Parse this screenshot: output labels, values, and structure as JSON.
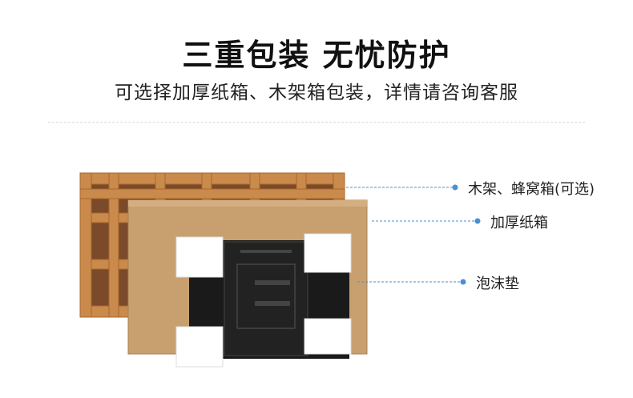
{
  "header": {
    "title": "三重包装  无忧防护",
    "subtitle": "可选择加厚纸箱、木架箱包装，详情请咨询客服"
  },
  "callouts": [
    {
      "label": "木架、蜂窝箱(可选)"
    },
    {
      "label": "加厚纸箱"
    },
    {
      "label": "泡沫垫"
    }
  ],
  "colors": {
    "wood": "#c98a4b",
    "wood_dark": "#a8682f",
    "crate_inner": "#7a4a2a",
    "cardboard": "#c8a070",
    "device": "#1a1a1a",
    "foam": "#ffffff",
    "leader_line": "#4a8fd6"
  }
}
